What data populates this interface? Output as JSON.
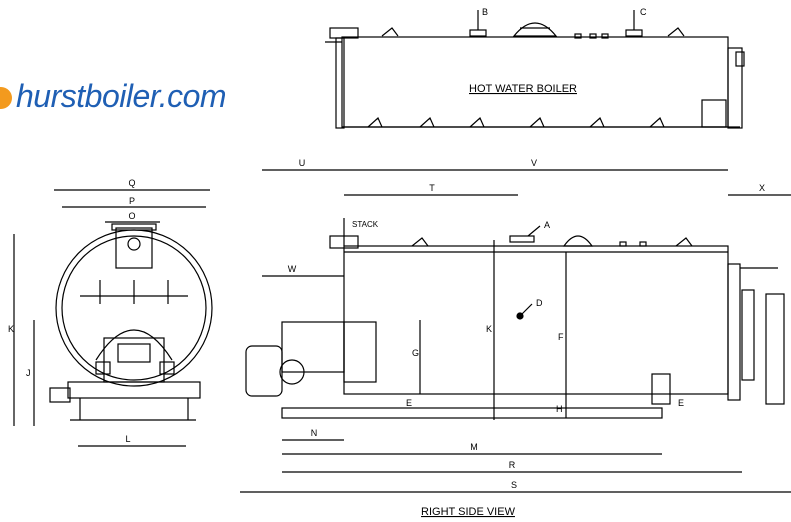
{
  "logo": {
    "text": "hurstboiler.com",
    "text_color": "#1f5fb4",
    "dot_color": "#f39a1e"
  },
  "top_view": {
    "title": "HOT WATER BOILER",
    "labels": [
      "B",
      "C"
    ]
  },
  "side_view": {
    "title": "RIGHT SIDE VIEW",
    "stack_label": "STACK",
    "dims_top": [
      "U",
      "V",
      "X",
      "T",
      "W"
    ],
    "points": [
      "A",
      "D"
    ],
    "dims_inner": [
      "K",
      "F",
      "G",
      "H",
      "E",
      "E"
    ],
    "dims_bottom": [
      "N",
      "M",
      "R",
      "S"
    ]
  },
  "front_view": {
    "dims": [
      "Q",
      "P",
      "O",
      "K",
      "J",
      "L"
    ]
  }
}
